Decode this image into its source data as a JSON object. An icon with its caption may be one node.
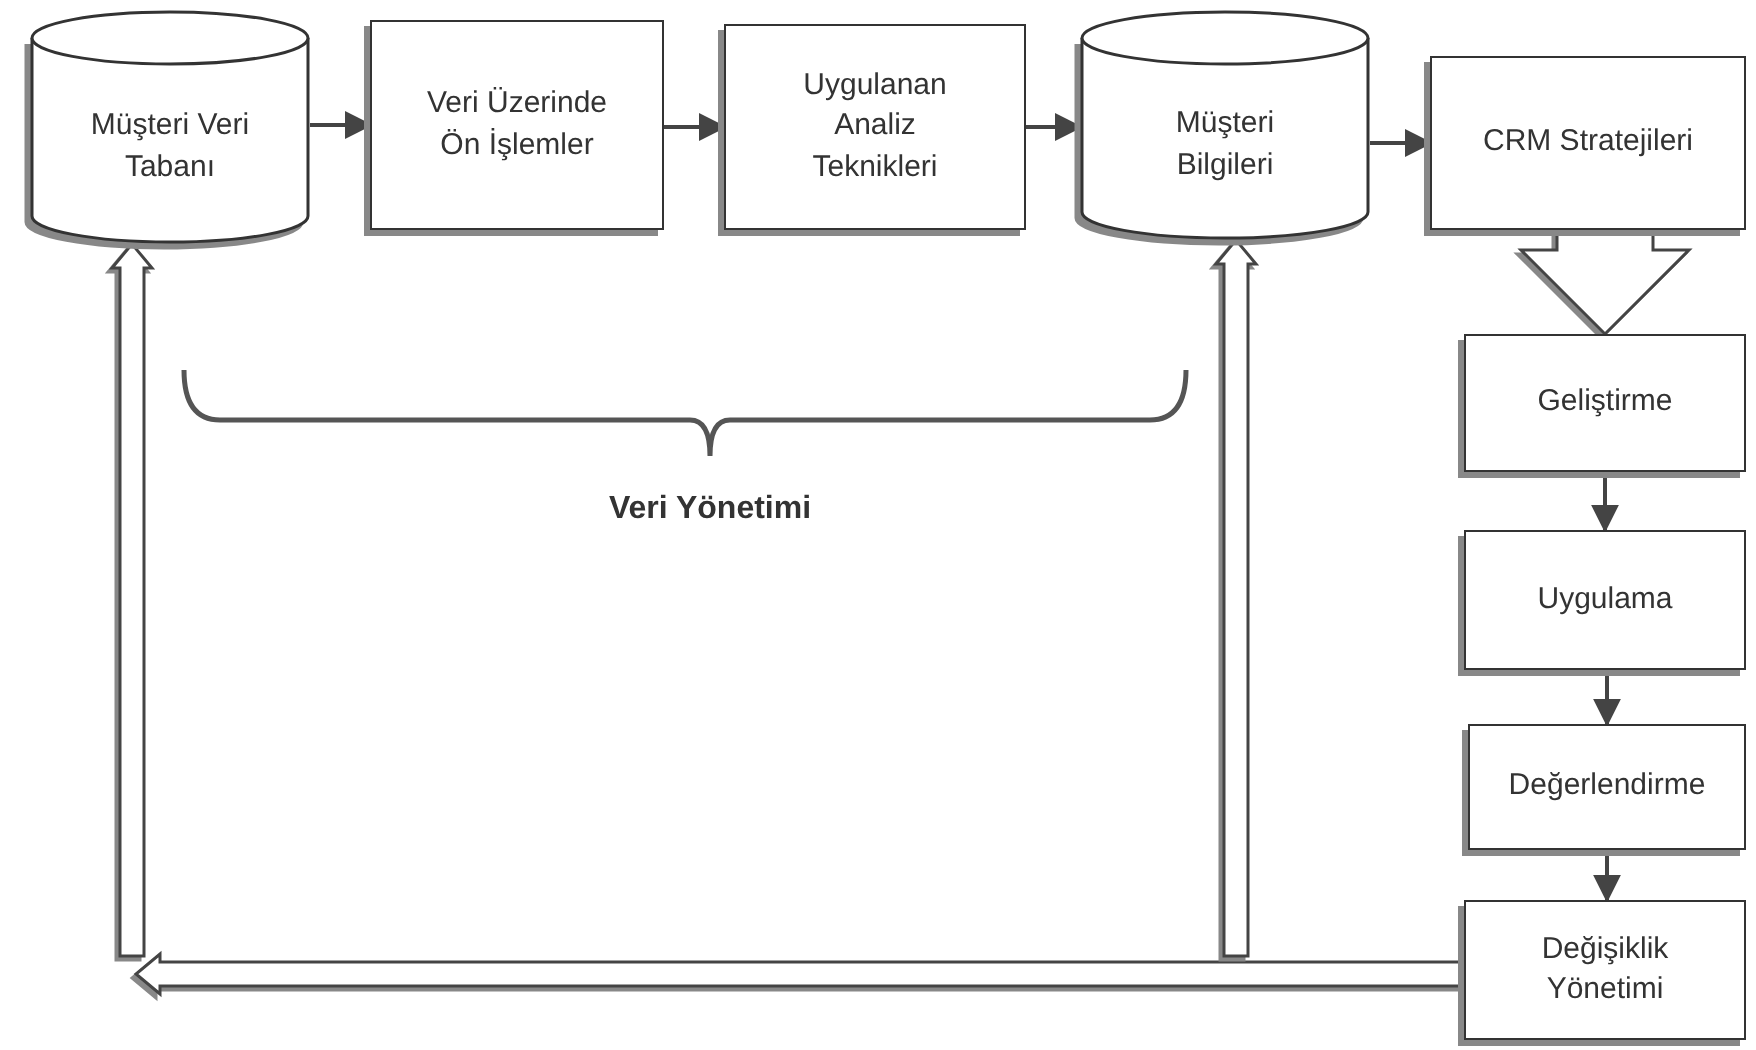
{
  "diagram": {
    "nodes": [
      {
        "text": [
          "Müşteri Veri Tabanı"
        ]
      },
      {
        "text": [
          "Veri Üzerinde Ön İşlemler"
        ]
      },
      {
        "text": [
          "Uygulanan Analiz Teknikleri"
        ]
      },
      {
        "text": [
          "Müşteri Bilgileri"
        ]
      },
      {
        "text": [
          "CRM Stratejileri"
        ]
      },
      {
        "text": [
          "Geliştirme"
        ]
      },
      {
        "text": [
          "Uygulama"
        ]
      },
      {
        "text": [
          "Değerlendirme"
        ]
      },
      {
        "text": [
          "Değişiklik Yönetimi"
        ]
      }
    ],
    "edges": [
      {
        "from": 0,
        "to": 1,
        "arrow": "to"
      },
      {
        "from": 1,
        "to": 2,
        "arrow": "to"
      },
      {
        "from": 2,
        "to": 3,
        "arrow": "to"
      },
      {
        "from": 3,
        "to": 4,
        "arrow": "to"
      },
      {
        "from": 4,
        "to": 5,
        "arrow": "to",
        "style": "thick"
      },
      {
        "from": 5,
        "to": 6,
        "arrow": "to"
      },
      {
        "from": 6,
        "to": 7,
        "arrow": "to"
      },
      {
        "from": 7,
        "to": 8,
        "arrow": "to"
      },
      {
        "from": 8,
        "to": null,
        "arrow": "to",
        "style": "thick"
      },
      {
        "from": null,
        "to": 0,
        "arrow": "to",
        "style": "thick"
      },
      {
        "from": null,
        "to": 3,
        "arrow": "to",
        "style": "thick"
      }
    ],
    "labels": [
      "Veri Yönetimi"
    ]
  }
}
